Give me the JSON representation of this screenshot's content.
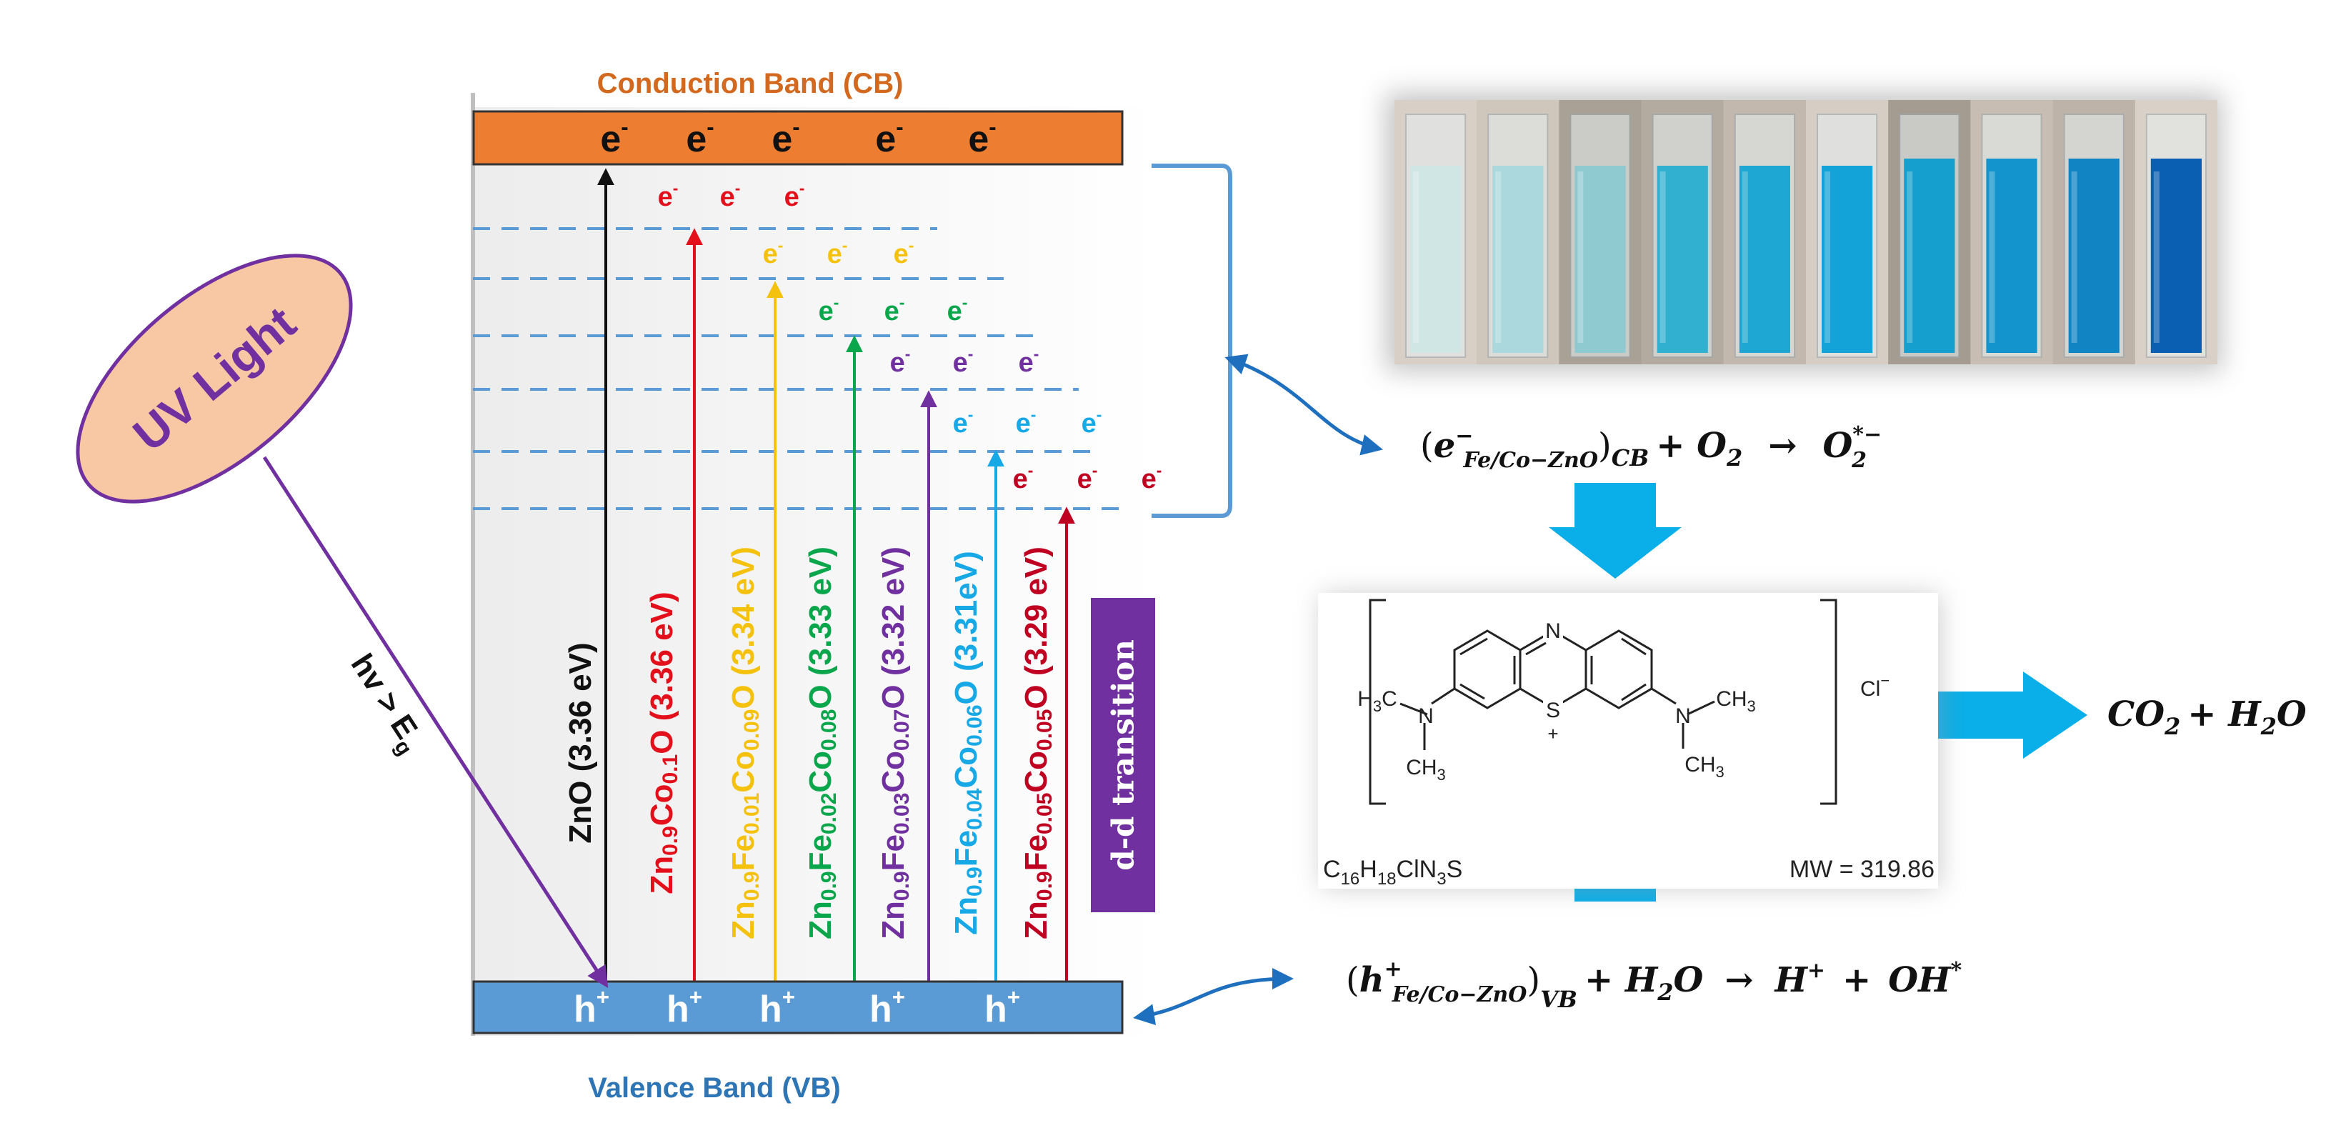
{
  "band": {
    "cb_label": "Conduction Band (CB)",
    "vb_label": "Valence Band (VB)",
    "electron": "e",
    "electron_sup": "-",
    "hole": "h",
    "hole_sup": "+"
  },
  "uv": {
    "label": "UV Light",
    "energy_main": "hv > E",
    "energy_sub": "g"
  },
  "dd_label": "d-d transition",
  "compounds": [
    {
      "parts": [
        [
          "ZnO (3.36 eV)",
          ""
        ]
      ],
      "color": "#111111"
    },
    {
      "parts": [
        [
          "Zn",
          ""
        ],
        [
          "0.9",
          "sub"
        ],
        [
          "Co",
          ""
        ],
        [
          "0.1",
          "sub"
        ],
        [
          "O  (3.36 eV)",
          ""
        ]
      ],
      "color": "#e3101c"
    },
    {
      "parts": [
        [
          "Zn",
          ""
        ],
        [
          "0.9",
          "sub"
        ],
        [
          "Fe",
          ""
        ],
        [
          "0.01",
          "sub"
        ],
        [
          "Co",
          ""
        ],
        [
          "0.09",
          "sub"
        ],
        [
          "O  (3.34 eV)",
          ""
        ]
      ],
      "color": "#f4c20d"
    },
    {
      "parts": [
        [
          "Zn",
          ""
        ],
        [
          "0.9",
          "sub"
        ],
        [
          "Fe",
          ""
        ],
        [
          "0.02",
          "sub"
        ],
        [
          "Co",
          ""
        ],
        [
          "0.08",
          "sub"
        ],
        [
          "O  (3.33 eV)",
          ""
        ]
      ],
      "color": "#0aa64b"
    },
    {
      "parts": [
        [
          "Zn",
          ""
        ],
        [
          "0.9",
          "sub"
        ],
        [
          "Fe",
          ""
        ],
        [
          "0.03",
          "sub"
        ],
        [
          "Co",
          ""
        ],
        [
          "0.07",
          "sub"
        ],
        [
          "O  (3.32 eV)",
          ""
        ]
      ],
      "color": "#7030a0"
    },
    {
      "parts": [
        [
          "Zn",
          ""
        ],
        [
          "0.9",
          "sub"
        ],
        [
          "Fe",
          ""
        ],
        [
          "0.04",
          "sub"
        ],
        [
          "Co",
          ""
        ],
        [
          "0.06",
          "sub"
        ],
        [
          "O  (3.31eV)",
          ""
        ]
      ],
      "color": "#17a8e6"
    },
    {
      "parts": [
        [
          "Zn",
          ""
        ],
        [
          "0.9",
          "sub"
        ],
        [
          "Fe",
          ""
        ],
        [
          "0.05",
          "sub"
        ],
        [
          "Co",
          ""
        ],
        [
          "0.05",
          "sub"
        ],
        [
          "O  (3.29 eV)",
          ""
        ]
      ],
      "color": "#c00020"
    }
  ],
  "level_electron_colors": [
    "#e3101c",
    "#f4c20d",
    "#0aa64b",
    "#7030a0",
    "#17a8e6",
    "#c00020"
  ],
  "colors": {
    "cb_fill": "#ed7d31",
    "vb_fill": "#5b9bd5",
    "cb_label": "#d2691e",
    "vb_label": "#2e75b6",
    "dashed_level": "#5b9bd5",
    "bracket": "#5b9bd5",
    "dd_box": "#7030a0",
    "uv_fill": "#f8c7a4",
    "uv_stroke": "#7030a0",
    "uv_text": "#7030a0",
    "arrow_blue": "#0aaee8",
    "curve_arrow": "#1f6fbf"
  },
  "equations": {
    "cb_reaction": {
      "e": "e",
      "e_sup": "−",
      "e_sub": "Fe/Co−ZnO",
      "cb": "CB",
      "plus_o2": "+ O",
      "o2_sub": "2",
      "arrow": "→",
      "product": "O",
      "product_sub": "2",
      "product_sup": "*−"
    },
    "vb_reaction": {
      "h": "h",
      "h_sup": "+",
      "h_sub": "Fe/Co−ZnO",
      "vb": "VB",
      "plus_h2o": "+ H",
      "h2o_sub": "2",
      "o": "O",
      "arrow": "→",
      "hplus": "H",
      "hplus_sup": "+",
      "plus": "+",
      "oh": "OH",
      "oh_sup": "*"
    },
    "products": {
      "co": "CO",
      "co_sub": "2",
      "plus": "+ H",
      "h_sub": "2",
      "o": "O"
    }
  },
  "molecule": {
    "formula_parts": [
      [
        "C",
        ""
      ],
      [
        "16",
        "sub"
      ],
      [
        "H",
        ""
      ],
      [
        "18",
        "sub"
      ],
      [
        "ClN",
        ""
      ],
      [
        "3",
        "sub"
      ],
      [
        "S",
        ""
      ]
    ],
    "mw": "MW = 319.86",
    "chloride": "Cl",
    "chloride_sup": "−",
    "n_top": "N",
    "s_label": "S",
    "s_charge": "+",
    "left_amine_h3c": "H",
    "left_amine_3": "3",
    "left_amine_c": "C",
    "left_n": "N",
    "left_ch3": "CH",
    "left_ch3_sub": "3",
    "right_n": "N",
    "right_ch3_top": "CH",
    "right_ch3_top_sub": "3",
    "right_ch3_bot": "CH",
    "right_ch3_bot_sub": "3"
  },
  "cuvettes": {
    "count": 10,
    "liquid_colors": [
      "#cfe6e4",
      "#aad8dc",
      "#8fcad0",
      "#31b0cf",
      "#1ea7d2",
      "#13a3d8",
      "#159fce",
      "#1394cc",
      "#1185c4",
      "#0b5fb3"
    ]
  }
}
